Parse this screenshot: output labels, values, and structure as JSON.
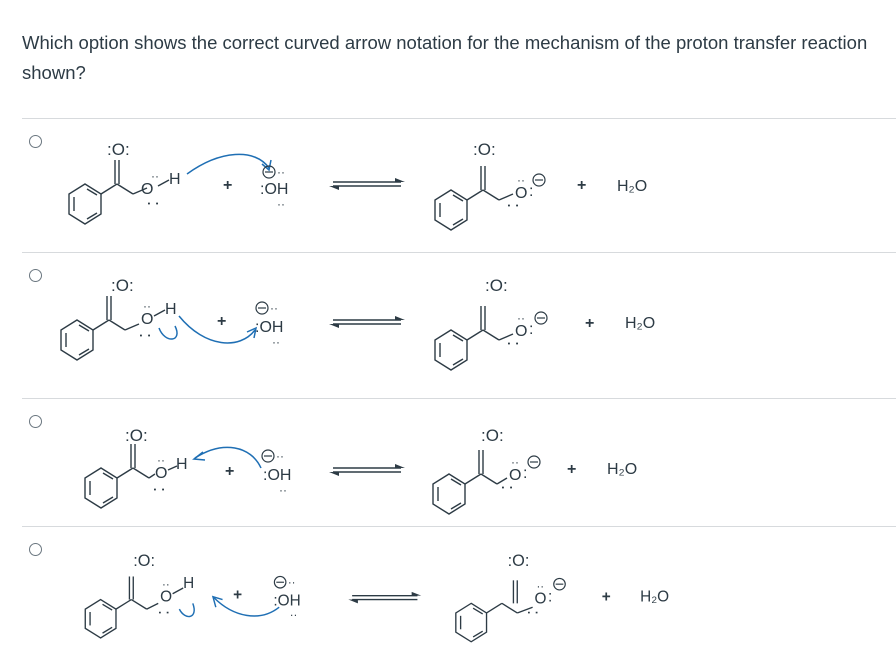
{
  "question": {
    "text": "Which option shows the correct curved arrow notation for the mechanism of the proton transfer reaction shown?"
  },
  "options": [
    {
      "carbonyl_o": ":O:",
      "hydroxyl_o": "O",
      "hydrogen": "H",
      "plus": "+",
      "base": ":OH",
      "product_carbonyl_o": ":O:",
      "product_o": "O",
      "water": "H₂O"
    },
    {
      "carbonyl_o": ":O:",
      "hydroxyl_o": "O",
      "hydrogen": "H",
      "plus": "+",
      "base": ":OH",
      "product_carbonyl_o": ":O:",
      "product_o": "O",
      "water": "H₂O"
    },
    {
      "carbonyl_o": ":O:",
      "hydroxyl_o": "O",
      "hydrogen": "H",
      "plus": "+",
      "base": ":OH",
      "product_carbonyl_o": ":O:",
      "product_o": "O",
      "water": "H₂O"
    },
    {
      "carbonyl_o": ":O:",
      "hydroxyl_o": "O",
      "hydrogen": "H",
      "plus": "+",
      "base": ":OH",
      "product_carbonyl_o": ":O:",
      "product_o": "O",
      "water": "H₂O"
    }
  ],
  "colors": {
    "arrow": "#1f6fb4",
    "text": "#2d3b45",
    "divider": "#d7dadd"
  }
}
